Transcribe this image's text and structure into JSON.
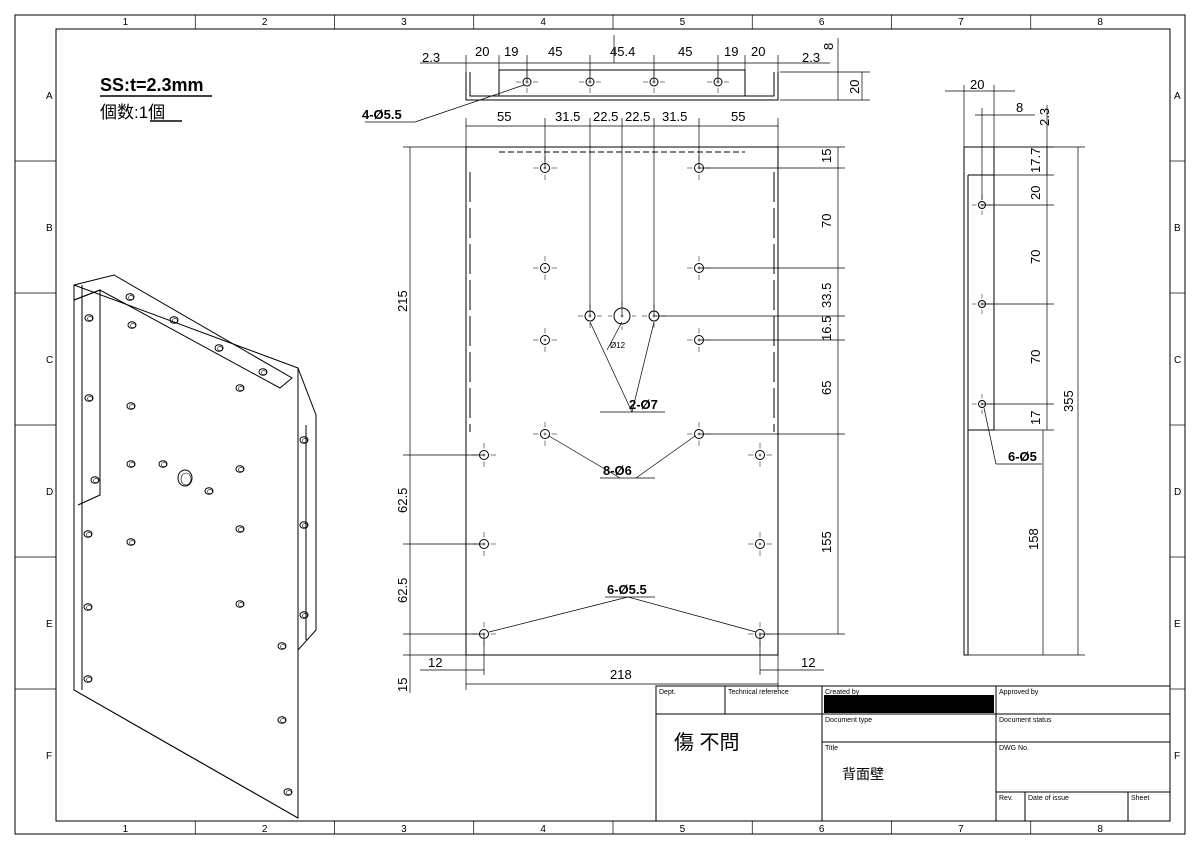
{
  "header": {
    "spec": "SS:t=2.3mm",
    "qty": "個数:1個"
  },
  "zones": {
    "columns": [
      "1",
      "2",
      "3",
      "4",
      "5",
      "6",
      "7",
      "8"
    ],
    "rows": [
      "A",
      "B",
      "C",
      "D",
      "E",
      "F"
    ]
  },
  "top_view_dims": {
    "d1": "2.3",
    "d2": "20",
    "d3": "19",
    "d4": "45",
    "d5": "45.4",
    "d6": "45",
    "d7": "19",
    "d8": "20",
    "d9": "2.3",
    "d10": "8",
    "d11": "20"
  },
  "front_top_dims": {
    "a": "55",
    "b": "31.5",
    "c": "22.5",
    "d": "22.5",
    "e": "31.5",
    "f": "55"
  },
  "front_right_dims": {
    "a": "15",
    "b": "70",
    "c": "33.5",
    "d": "16.5",
    "e": "65",
    "f": "155"
  },
  "front_left_dims": {
    "a": "215",
    "b": "62.5",
    "c": "62.5",
    "d": "15"
  },
  "front_bottom_dims": {
    "left": "12",
    "width": "218",
    "right": "12"
  },
  "side_dims": {
    "top_w": "20",
    "top_8": "8",
    "top_t": "2.3",
    "v1": "17.7",
    "v2": "20",
    "v3": "70",
    "v4": "70",
    "v5": "17",
    "v6": "158",
    "total": "355"
  },
  "callouts": {
    "top_holes": "4-Ø5.5",
    "center_small": "Ø12",
    "two_holes": "2-Ø7",
    "eight_holes": "8-Ø6",
    "six_bottom": "6-Ø5.5",
    "side_holes": "6-Ø5"
  },
  "title_block": {
    "dept_label": "Dept.",
    "techref_label": "Technical reference",
    "created_label": "Created by",
    "approved_label": "Approved by",
    "doctype_label": "Document type",
    "docstatus_label": "Document status",
    "title_label": "Title",
    "dwg_label": "DWG No.",
    "rev_label": "Rev.",
    "date_label": "Date of issue",
    "sheet_label": "Sheet",
    "stamp_text": "傷 不問",
    "title_value": "背面壁"
  }
}
